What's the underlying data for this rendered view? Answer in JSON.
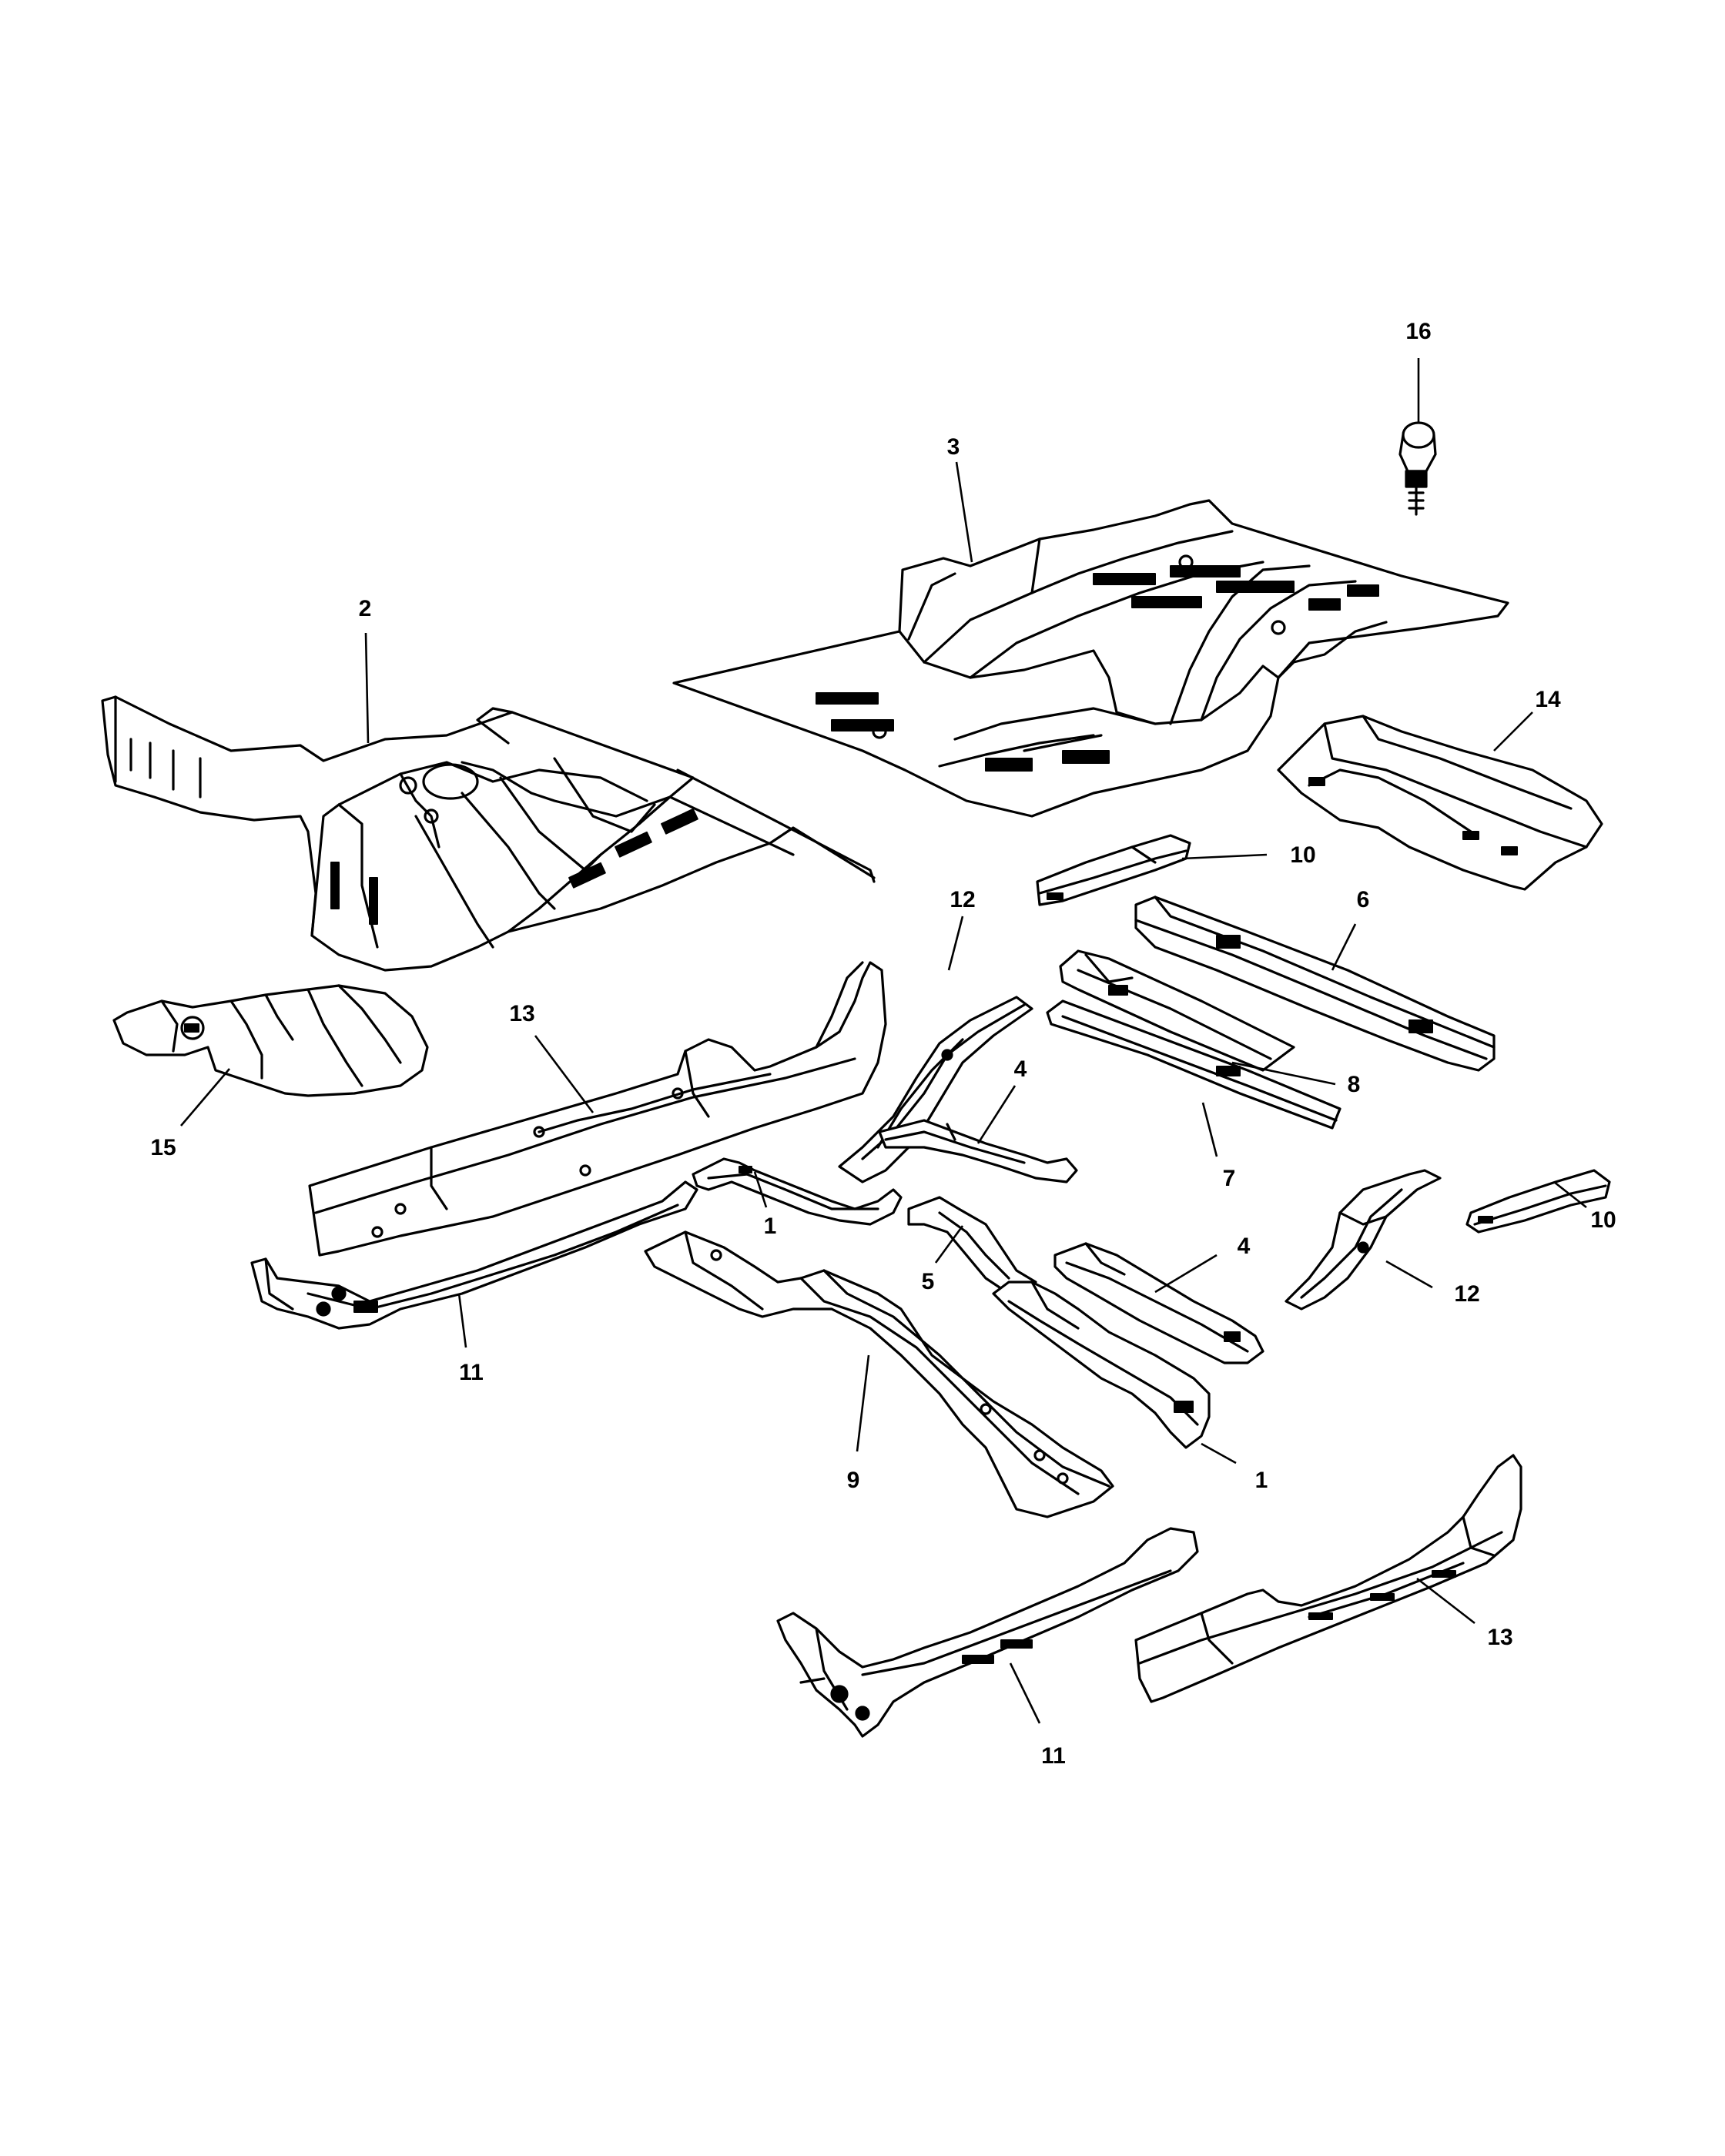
{
  "diagram": {
    "callouts": [
      {
        "id": "c16",
        "text": "16"
      },
      {
        "id": "c3",
        "text": "3"
      },
      {
        "id": "c2",
        "text": "2"
      },
      {
        "id": "c14",
        "text": "14"
      },
      {
        "id": "c10a",
        "text": "10"
      },
      {
        "id": "c12a",
        "text": "12"
      },
      {
        "id": "c6",
        "text": "6"
      },
      {
        "id": "c13a",
        "text": "13"
      },
      {
        "id": "c4a",
        "text": "4"
      },
      {
        "id": "c8",
        "text": "8"
      },
      {
        "id": "c15",
        "text": "15"
      },
      {
        "id": "c7",
        "text": "7"
      },
      {
        "id": "c1a",
        "text": "1"
      },
      {
        "id": "c10b",
        "text": "10"
      },
      {
        "id": "c4b",
        "text": "4"
      },
      {
        "id": "c5",
        "text": "5"
      },
      {
        "id": "c12b",
        "text": "12"
      },
      {
        "id": "c11a",
        "text": "11"
      },
      {
        "id": "c9",
        "text": "9"
      },
      {
        "id": "c1b",
        "text": "1"
      },
      {
        "id": "c13b",
        "text": "13"
      },
      {
        "id": "c11b",
        "text": "11"
      }
    ]
  }
}
